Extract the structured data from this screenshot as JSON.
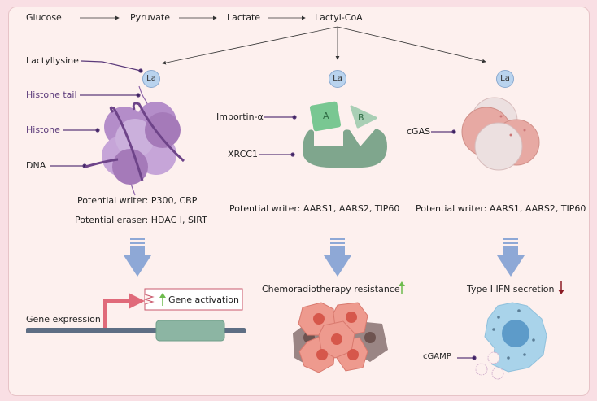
{
  "pathway": {
    "steps": [
      "Glucose",
      "Pyruvate",
      "Lactate",
      "Lactyl-CoA"
    ]
  },
  "la_label": "La",
  "histone_panel": {
    "labels": {
      "lactyllysine": "Lactyllysine",
      "histone_tail": "Histone tail",
      "histone": "Histone",
      "dna": "DNA"
    },
    "writer": "Potential writer: P300, CBP",
    "eraser": "Potential eraser: HDAC I, SIRT",
    "outcome_title": "Gene expression",
    "outcome_box": "Gene activation",
    "outcome_direction": "up"
  },
  "nonhistone_panel": {
    "labels": {
      "importin": "Importin-α",
      "xrcc1": "XRCC1",
      "block_a": "A",
      "block_b": "B"
    },
    "writer": "Potential writer: AARS1, AARS2, TIP60",
    "outcome": "Chemoradiotherapy resistance",
    "outcome_direction": "up"
  },
  "cgas_panel": {
    "labels": {
      "cgas": "cGAS",
      "cgamp": "cGAMP"
    },
    "writer": "Potential writer: AARS1, AARS2, TIP60",
    "outcome": "Type I IFN secretion",
    "outcome_direction": "down"
  },
  "colors": {
    "background": "#f9dfe4",
    "panel": "#fdf0ee",
    "la_circle": "#b9d3ee",
    "big_arrow": "#8ea8d6",
    "up_arrow": "#6dbb4d",
    "down_arrow": "#8b1a24",
    "histone_purple": "#b48dc9",
    "xrcc1_green": "#7fa68d",
    "cgas_pink": "#e7a9a3",
    "cell_blue": "#a9d3ea",
    "tumor_red": "#ee9a8e"
  }
}
